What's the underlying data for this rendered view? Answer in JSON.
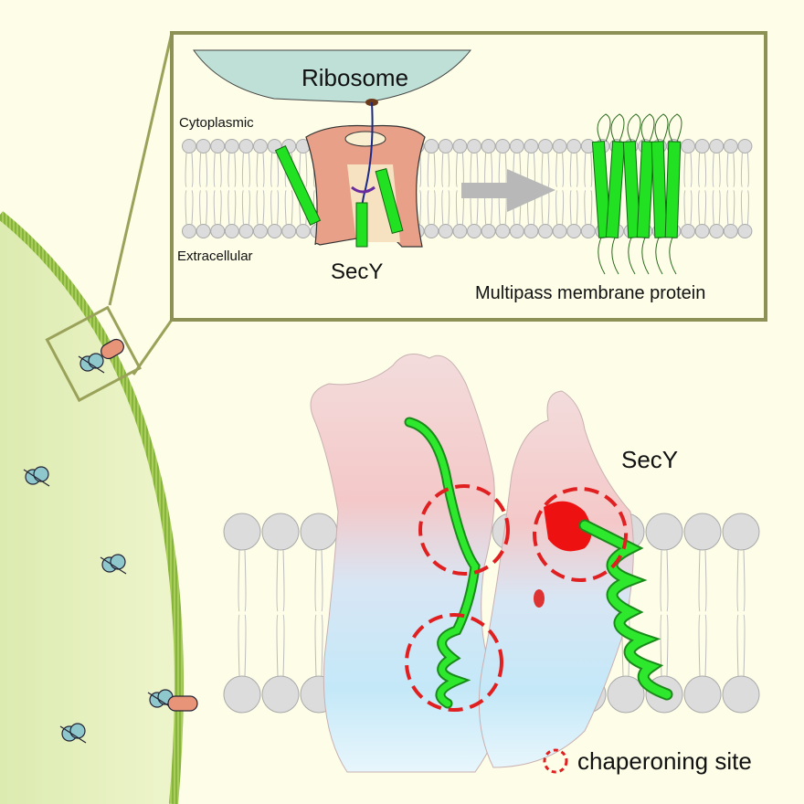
{
  "inset": {
    "ribosome_label": "Ribosome",
    "cytoplasmic_label": "Cytoplasmic",
    "extracellular_label": "Extracellular",
    "secy_label": "SecY",
    "product_label": "Multipass membrane protein"
  },
  "main": {
    "secy_label": "SecY",
    "legend_label": "chaperoning site"
  },
  "colors": {
    "background": "#fdfde8",
    "cell": "#e4f0b8",
    "membrane": "#9cc34a",
    "helix": "#22e022",
    "secy_cartoon": "#e8a088",
    "ribosome": "#bfe0d6",
    "chaperone_site": "#e02020"
  }
}
